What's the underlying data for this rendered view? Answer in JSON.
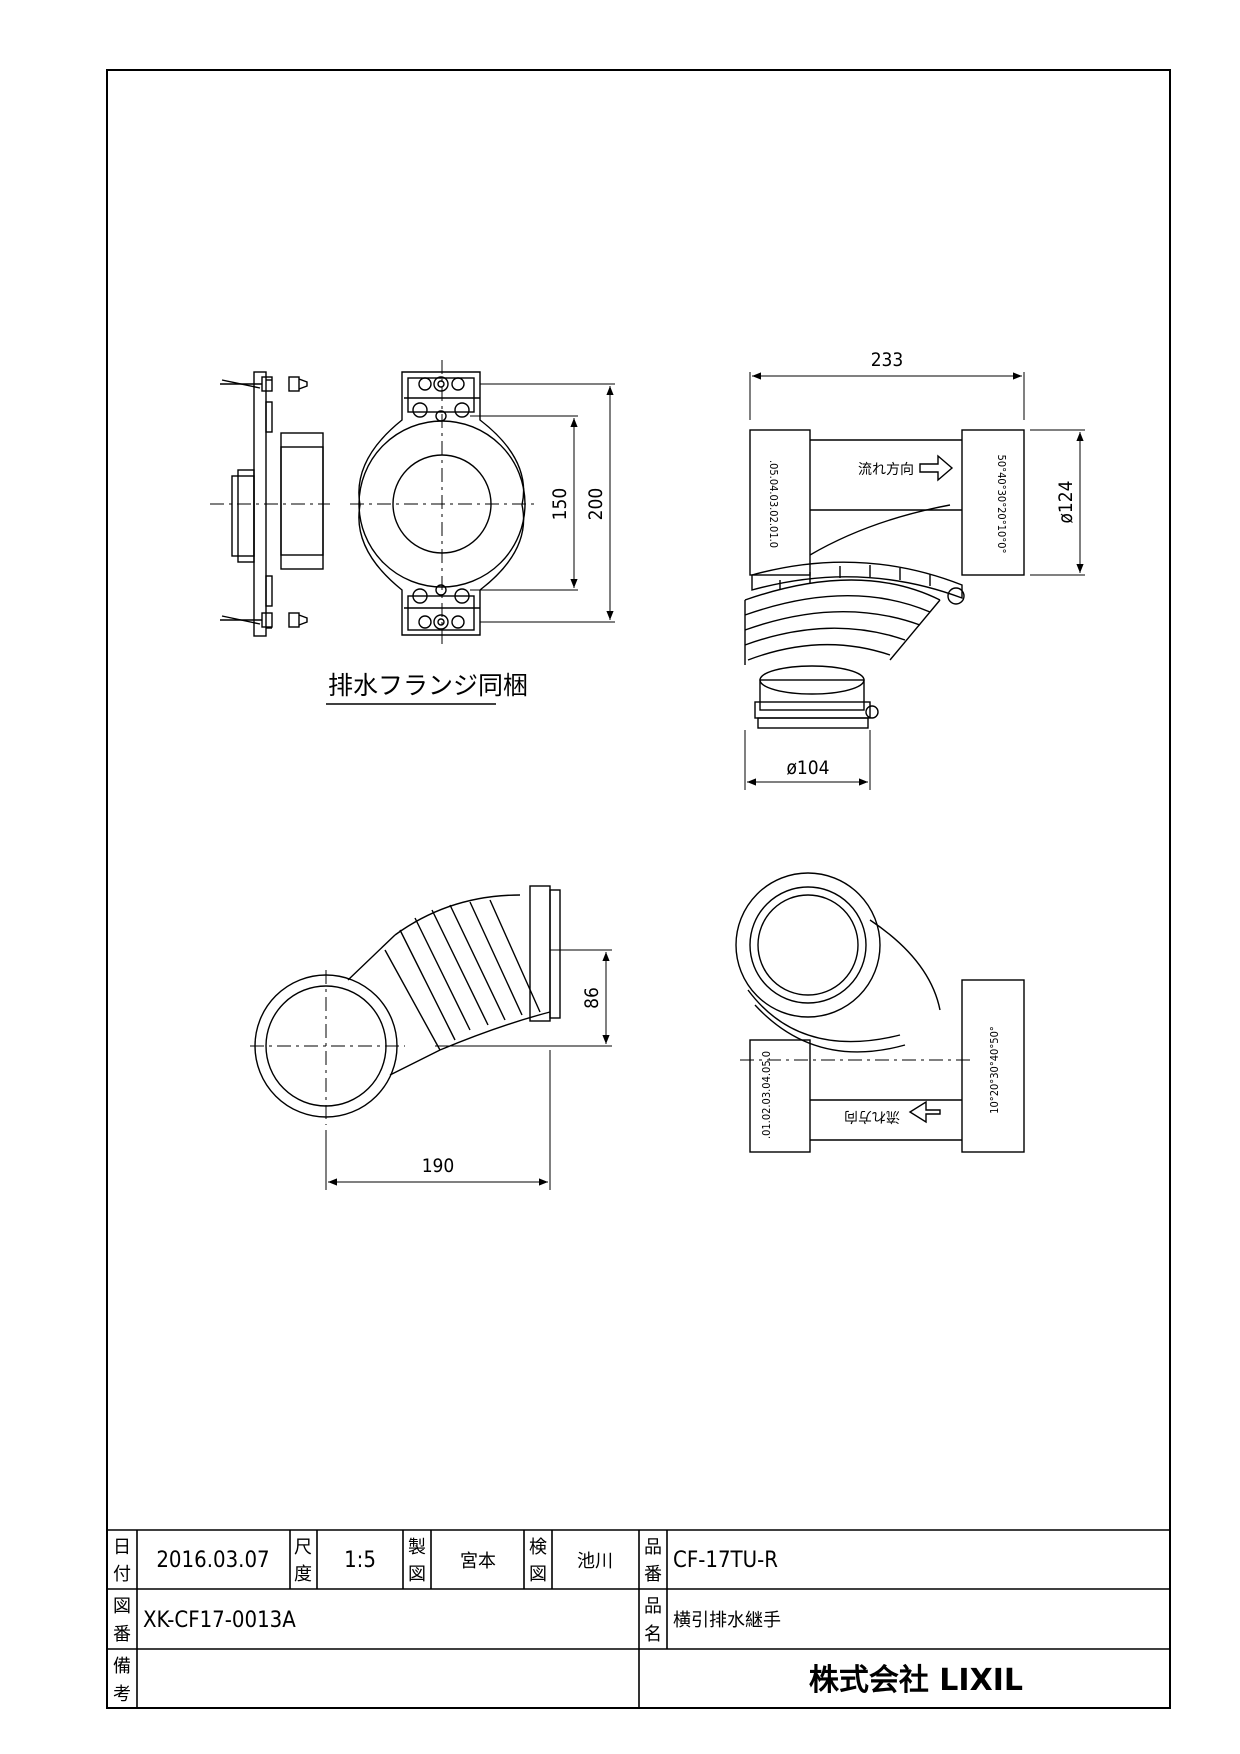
{
  "drawing": {
    "dimensions": {
      "flange_inner_pitch": "150",
      "flange_outer_pitch": "200",
      "overall_length": "233",
      "outlet_diameter": "ø124",
      "inlet_diameter": "ø104",
      "elbow_offset": "86",
      "elbow_length": "190"
    },
    "labels": {
      "flange_note": "排水フランジ同梱",
      "flow_direction_top": "流れ方向",
      "flow_direction_bottom": "流れ方向",
      "scale_left_top": ".05.04.03.02.01.0",
      "scale_right_top": "50°40°30°20°10°0°",
      "scale_left_bottom": ".01.02.03.04.05.0",
      "scale_right_bottom": "10°20°30°40°50°"
    }
  },
  "title_block": {
    "date_label_1": "日",
    "date_label_2": "付",
    "date": "2016.03.07",
    "scale_label_1": "尺",
    "scale_label_2": "度",
    "scale": "1:5",
    "drawn_label_1": "製",
    "drawn_label_2": "図",
    "drawn_by": "宮本",
    "checked_label_1": "検",
    "checked_label_2": "図",
    "checked_by": "池川",
    "part_no_label_1": "品",
    "part_no_label_2": "番",
    "part_no": "CF-17TU-R",
    "drawing_no_label_1": "図",
    "drawing_no_label_2": "番",
    "drawing_no": "XK-CF17-0013A",
    "part_name_label_1": "品",
    "part_name_label_2": "名",
    "part_name": "横引排水継手",
    "remarks_label_1": "備",
    "remarks_label_2": "考",
    "company": "株式会社 LIXIL"
  }
}
